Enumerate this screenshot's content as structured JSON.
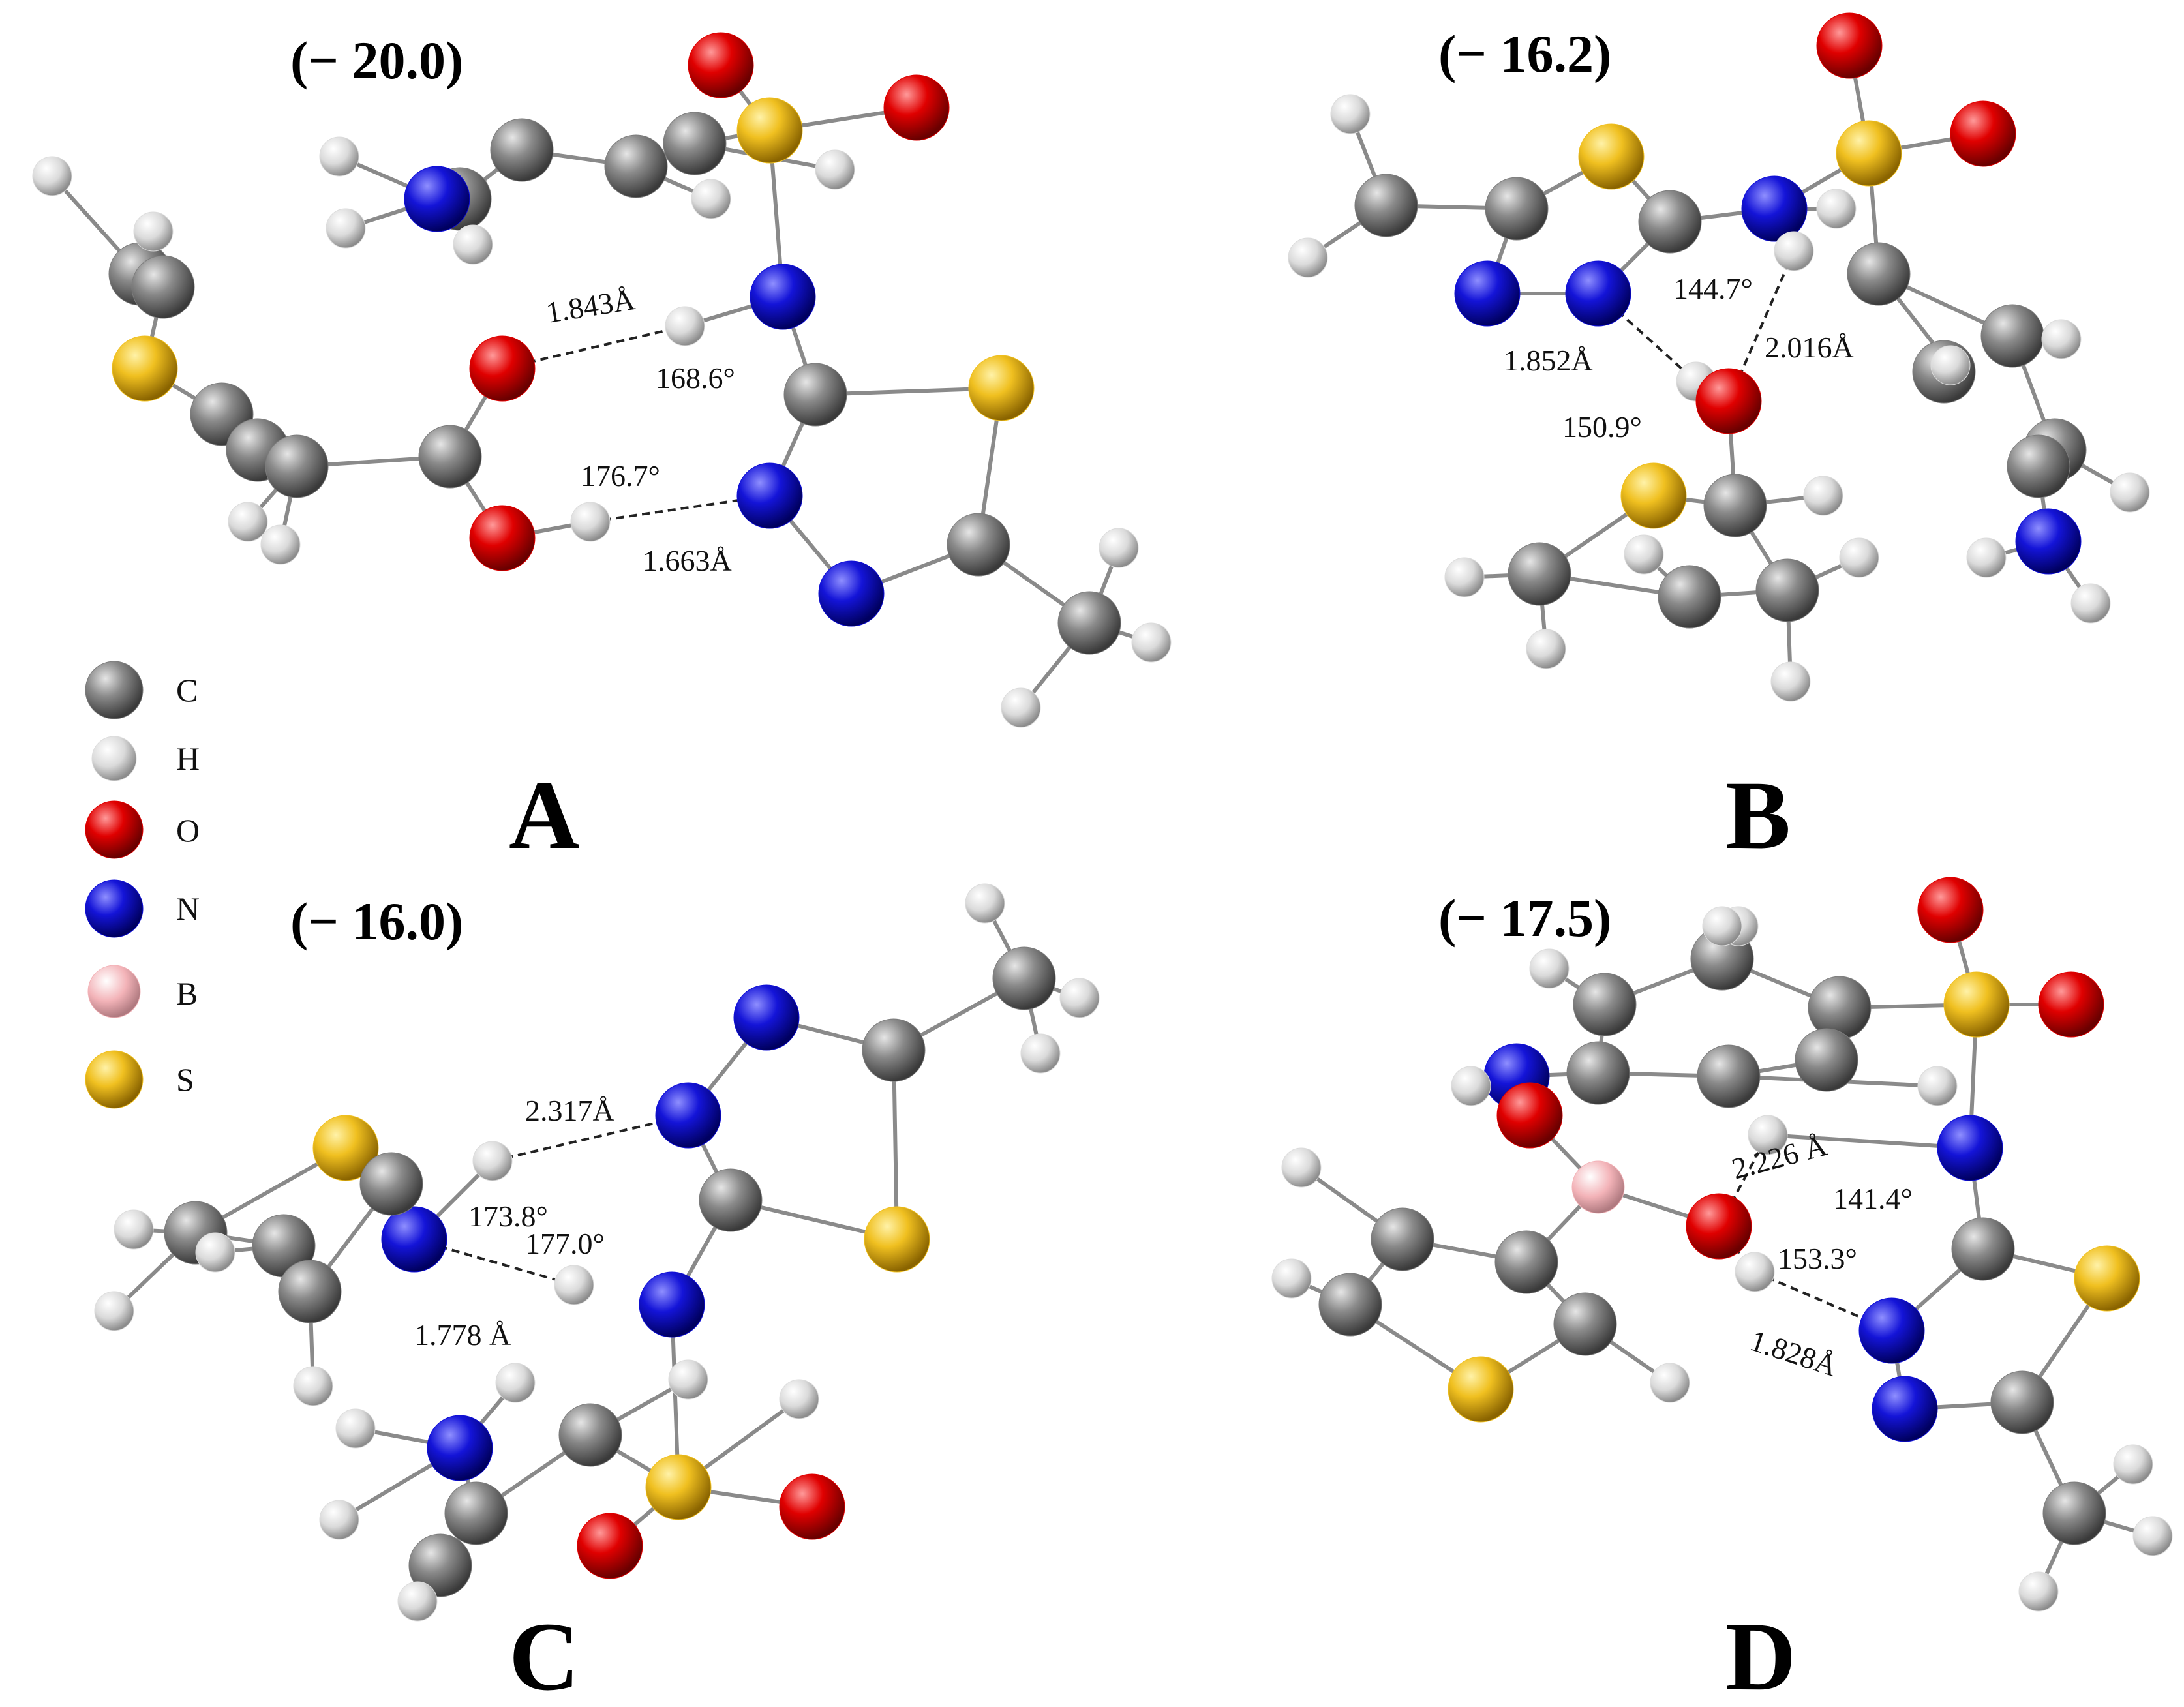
{
  "colors": {
    "C": "#7d7d7d",
    "H": "#dcdcdc",
    "O": "#e00000",
    "N": "#1010d8",
    "B": "#f3b3b8",
    "S": "#f0c020"
  },
  "legend": [
    {
      "element": "C",
      "label": "C"
    },
    {
      "element": "H",
      "label": "H"
    },
    {
      "element": "O",
      "label": "O"
    },
    {
      "element": "N",
      "label": "N"
    },
    {
      "element": "B",
      "label": "B"
    },
    {
      "element": "S",
      "label": "S"
    }
  ],
  "panels": {
    "A": {
      "letter": "A",
      "energy": "(− 20.0)",
      "measurements": [
        "1.843Å",
        "168.6°",
        "176.7°",
        "1.663Å"
      ]
    },
    "B": {
      "letter": "B",
      "energy": "(− 16.2)",
      "measurements": [
        "144.7°",
        "1.852Å",
        "2.016Å",
        "150.9°"
      ]
    },
    "C": {
      "letter": "C",
      "energy": "(− 16.0)",
      "measurements": [
        "2.317Å",
        "173.8°",
        "177.0°",
        "1.778 Å"
      ]
    },
    "D": {
      "letter": "D",
      "energy": "(− 17.5)",
      "measurements": [
        "2.226 Å",
        "141.4°",
        "153.3°",
        "1.828Å"
      ]
    }
  }
}
